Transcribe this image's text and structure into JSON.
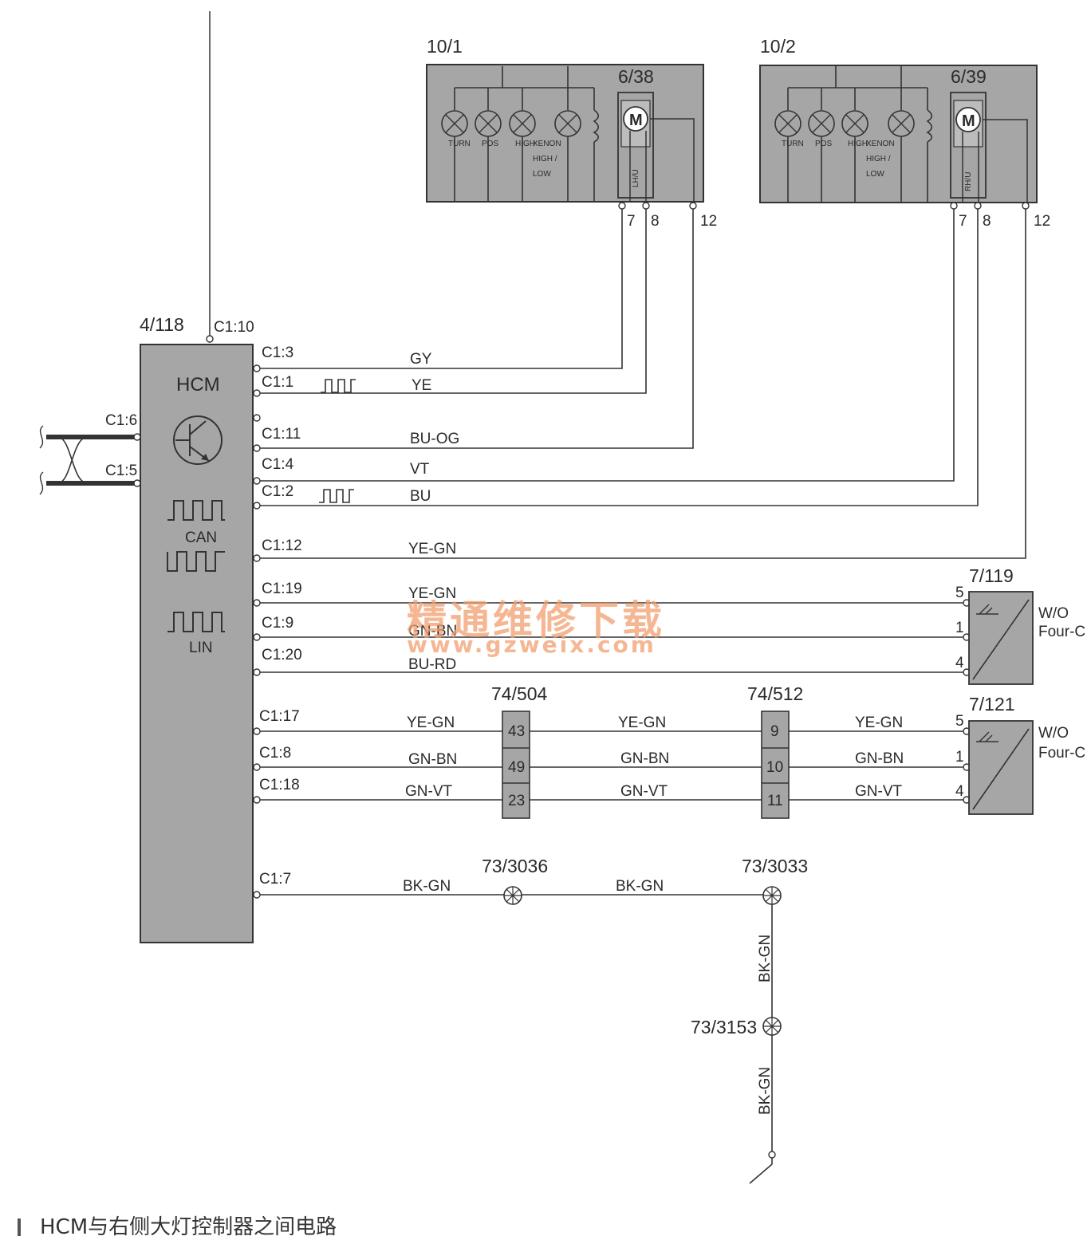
{
  "hcm": {
    "id": "4/118",
    "name": "HCM",
    "top_pin": "C1:10",
    "can_label": "CAN",
    "lin_label": "LIN",
    "left_pins": [
      "C1:6",
      "C1:5"
    ]
  },
  "headlamp_left": {
    "id": "10/1",
    "motor": "6/38",
    "motor_label": "LH/U",
    "lamps": [
      "TURN",
      "POS",
      "HIGH"
    ],
    "xenon": [
      "XENON",
      "HIGH /",
      "LOW"
    ],
    "pins": [
      "7",
      "8",
      "12"
    ]
  },
  "headlamp_right": {
    "id": "10/2",
    "motor": "6/39",
    "motor_label": "RH/U",
    "lamps": [
      "TURN",
      "POS",
      "HIGH"
    ],
    "xenon": [
      "XENON",
      "HIGH /",
      "LOW"
    ],
    "pins": [
      "7",
      "8",
      "12"
    ]
  },
  "wires": [
    {
      "pin": "C1:3",
      "color": "GY"
    },
    {
      "pin": "C1:1",
      "color": "YE"
    },
    {
      "pin": "C1:11",
      "color": "BU-OG"
    },
    {
      "pin": "C1:4",
      "color": "VT"
    },
    {
      "pin": "C1:2",
      "color": "BU"
    },
    {
      "pin": "C1:12",
      "color": "YE-GN"
    },
    {
      "pin": "C1:19",
      "color": "YE-GN"
    },
    {
      "pin": "C1:9",
      "color": "GN-BN"
    },
    {
      "pin": "C1:20",
      "color": "BU-RD"
    },
    {
      "pin": "C1:17",
      "color": "YE-GN"
    },
    {
      "pin": "C1:8",
      "color": "GN-BN"
    },
    {
      "pin": "C1:18",
      "color": "GN-VT"
    },
    {
      "pin": "C1:7",
      "color": "BK-GN"
    }
  ],
  "sensor_119": {
    "id": "7/119",
    "note": [
      "W/O",
      "Four-C"
    ],
    "pins": [
      "5",
      "1",
      "4"
    ]
  },
  "sensor_121": {
    "id": "7/121",
    "note": [
      "W/O",
      "Four-C"
    ],
    "pins": [
      "5",
      "1",
      "4"
    ]
  },
  "connector_504": {
    "id": "74/504",
    "pins": [
      "43",
      "49",
      "23"
    ]
  },
  "connector_512": {
    "id": "74/512",
    "pins": [
      "9",
      "10",
      "11"
    ]
  },
  "mid_wires": [
    "YE-GN",
    "GN-BN",
    "GN-VT"
  ],
  "right_wires": [
    "YE-GN",
    "GN-BN",
    "GN-VT"
  ],
  "ground": {
    "splice1": "73/3036",
    "splice2": "73/3033",
    "splice3": "73/3153",
    "wire1": "BK-GN",
    "wire2": "BK-GN",
    "vwire1": "BK-GN",
    "vwire2": "BK-GN"
  },
  "watermark": {
    "line1": "精通维修下载",
    "line2": "www.gzweix.com"
  },
  "caption": "HCM与右侧大灯控制器之间电路"
}
